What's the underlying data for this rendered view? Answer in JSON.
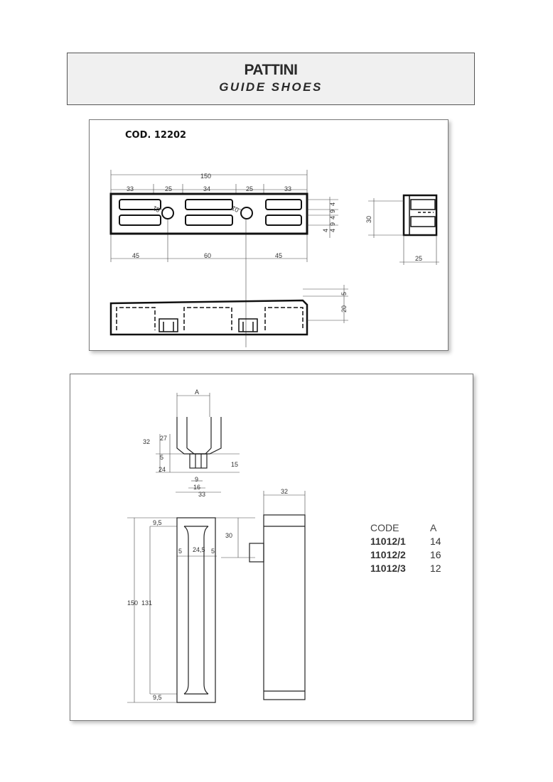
{
  "header": {
    "title": "PATTINI",
    "subtitle": "GUIDE SHOES"
  },
  "panel1": {
    "code_label": "COD.  12202",
    "dims": {
      "overall_length": "150",
      "seg_a": "33",
      "seg_b": "25",
      "seg_c": "34",
      "seg_d": "25",
      "seg_e": "33",
      "bottom_a": "45",
      "bottom_b": "60",
      "bottom_c": "45",
      "hole_left": "10",
      "hole_right": "10",
      "right_stack": [
        "4",
        "9",
        "4",
        "9",
        "4",
        "4"
      ],
      "side_height": "30",
      "side_width": "25",
      "front_top": "5",
      "front_height": "20"
    }
  },
  "panel2": {
    "dims": {
      "top_a": "A",
      "h32": "32",
      "h27": "27",
      "h5": "5",
      "h24": "24",
      "h15": "15",
      "w9": "9",
      "w16": "16",
      "w33": "33",
      "side_w32": "32",
      "t95_top": "9,5",
      "t95_bottom": "9,5",
      "h30": "30",
      "w5_left": "5",
      "w245": "24,5",
      "w5_right": "5",
      "h150": "150",
      "h131": "131"
    },
    "table": {
      "header": {
        "code": "CODE",
        "a": "A"
      },
      "rows": [
        {
          "code": "11012/1",
          "a": "14"
        },
        {
          "code": "11012/2",
          "a": "16"
        },
        {
          "code": "11012/3",
          "a": "12"
        }
      ]
    }
  }
}
